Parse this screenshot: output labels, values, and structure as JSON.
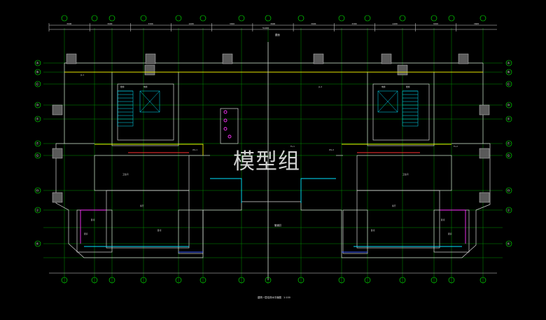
{
  "watermark": "模型组",
  "plan_title": "建筑一层给排水平面图",
  "scale_note": "1:100",
  "top_label": "屋面",
  "center_label": "管道井",
  "top_dims": [
    "3600",
    "3600",
    "3300",
    "2400",
    "3300",
    "3600",
    "3600",
    "3300",
    "2400",
    "3300",
    "3600"
  ],
  "total_dim": "51400",
  "left_axes": [
    "Ⓐ",
    "Ⓑ",
    "Ⓒ",
    "Ⓓ",
    "Ⓔ",
    "Ⓕ",
    "Ⓖ",
    "Ⓗ",
    "Ⓙ",
    "Ⓚ"
  ],
  "right_axes": [
    "Ⓐ",
    "Ⓑ",
    "Ⓒ",
    "Ⓓ",
    "Ⓔ",
    "Ⓕ",
    "Ⓖ",
    "Ⓗ",
    "Ⓙ",
    "Ⓚ"
  ],
  "room_labels": [
    "卫生间",
    "厨房",
    "客厅",
    "卧室",
    "卧室",
    "卫生间",
    "厨房",
    "客厅",
    "卧室",
    "卧室",
    "电梯",
    "楼梯",
    "电梯",
    "楼梯"
  ],
  "pipe_labels": [
    "JL-1",
    "WL-1",
    "FL-1",
    "JL-2",
    "WL-2",
    "FL-2"
  ],
  "colors": {
    "wall": "#e0e0e0",
    "axis": "#00ff00",
    "yellow": "#e6e600",
    "cyan": "#00e5ff",
    "magenta": "#ff33ff",
    "red": "#ff3030",
    "blue": "#3355ff"
  }
}
